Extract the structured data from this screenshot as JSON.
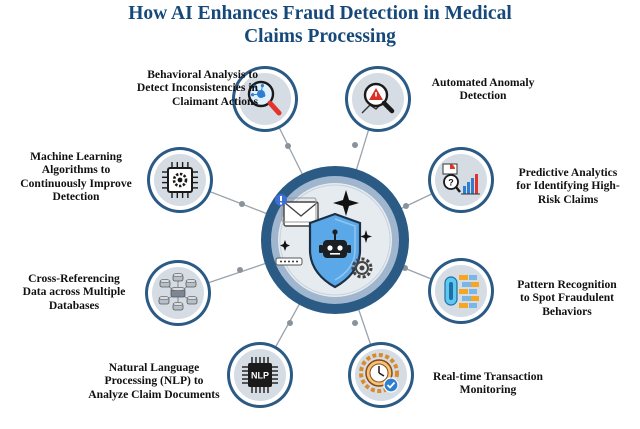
{
  "title": {
    "line1": "How AI Enhances Fraud Detection in Medical",
    "line2": "Claims Processing"
  },
  "center": {
    "icons": [
      "mail-icon",
      "robot-shield-icon",
      "sparkle-icon",
      "gear-icon",
      "alert-icon"
    ]
  },
  "items": [
    {
      "lines": [
        "Behavioral Analysis to",
        "Detect Inconsistencies in",
        "Claimant Actions"
      ],
      "icon": "magnifier-network-icon"
    },
    {
      "lines": [
        "Automated Anomaly",
        "Detection"
      ],
      "icon": "anomaly-warning-icon"
    },
    {
      "lines": [
        "Machine Learning",
        "Algorithms to",
        "Continuously Improve",
        "Detection"
      ],
      "icon": "chip-gear-icon"
    },
    {
      "lines": [
        "Predictive Analytics",
        "for Identifying High-",
        "Risk Claims"
      ],
      "icon": "analytics-chart-icon"
    },
    {
      "lines": [
        "Cross-Referencing",
        "Data across Multiple",
        "Databases"
      ],
      "icon": "database-network-icon"
    },
    {
      "lines": [
        "Pattern Recognition",
        "to Spot Fraudulent",
        "Behaviors"
      ],
      "icon": "pattern-blocks-icon"
    },
    {
      "lines": [
        "Natural Language",
        "Processing (NLP) to",
        "Analyze Claim Documents"
      ],
      "icon": "nlp-chip-icon",
      "chip_text": "NLP"
    },
    {
      "lines": [
        "Real-time Transaction",
        "Monitoring"
      ],
      "icon": "clock-check-icon"
    }
  ],
  "colors": {
    "title": "#16497a",
    "ring_dark": "#2b5a85",
    "ring_light": "#9fb6ce",
    "shield": "#5ba8e8",
    "circle_fill": "#d5dce4",
    "connector": "#9aa3ab"
  }
}
